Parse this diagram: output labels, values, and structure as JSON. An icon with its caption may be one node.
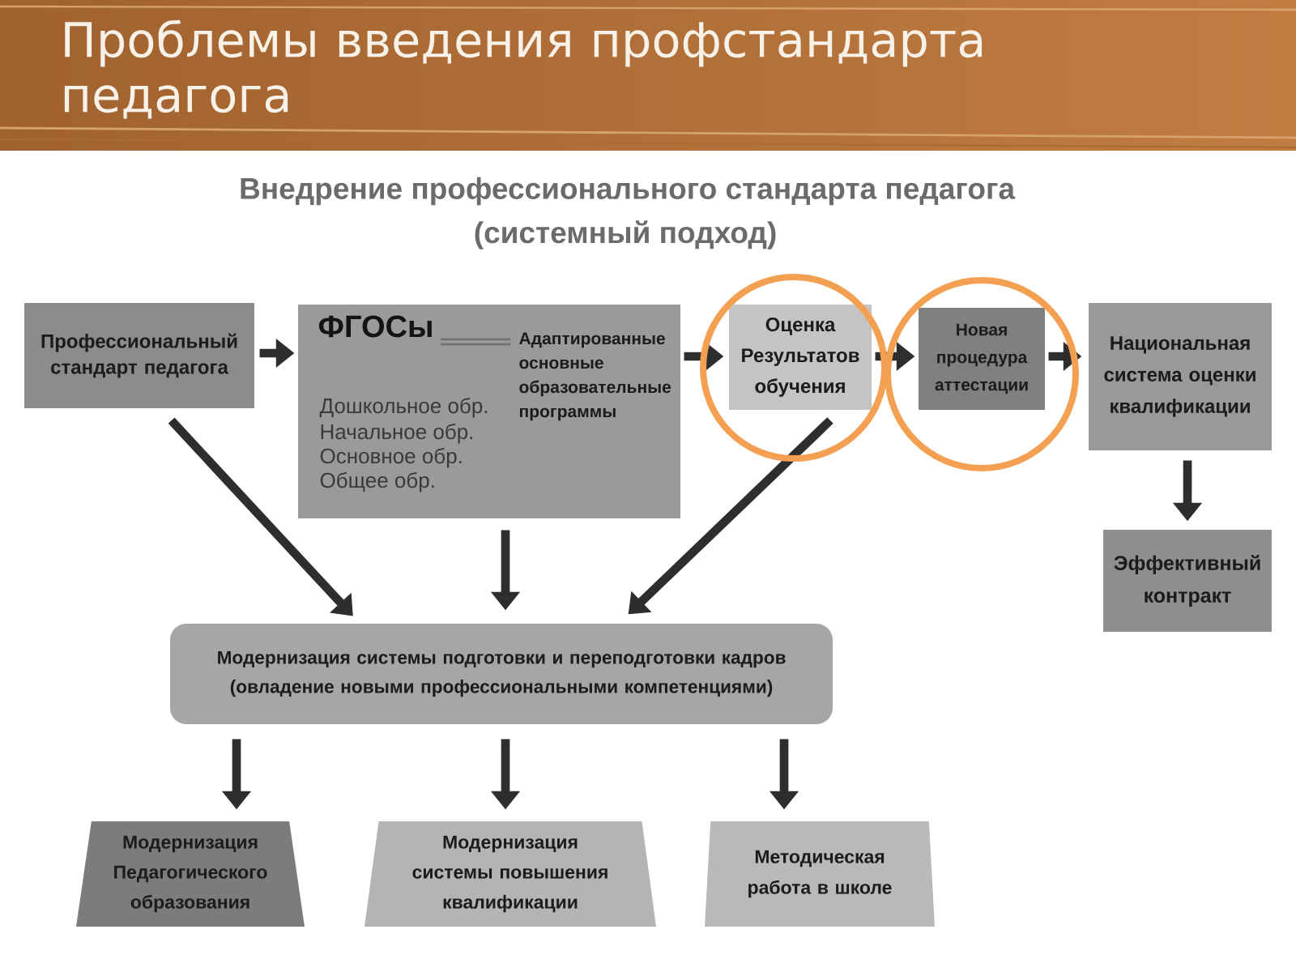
{
  "diagram": {
    "title": "Проблемы введения профстандарта педагога",
    "nodes": [
      {
        "text": [
          "Профессиональный стандарт педагога"
        ]
      },
      {
        "text": [
          "ФГОСы",
          "Дошкольное обр.",
          "Начальное обр.",
          "Основное обр.",
          "Общее обр.",
          "Адаптированные основные образовательные программы"
        ]
      },
      {
        "text": [
          "Оценка Результатов обучения"
        ]
      },
      {
        "text": [
          "Новая процедура аттестации"
        ]
      },
      {
        "text": [
          "Национальная система оценки квалификации"
        ]
      },
      {
        "text": [
          "Эффективный контракт"
        ]
      },
      {
        "text": [
          "Модернизация системы подготовки и переподготовки кадров (овладение новыми профессиональными компетенциями)"
        ]
      },
      {
        "text": [
          "Модернизация Педагогического образования"
        ]
      },
      {
        "text": [
          "Модернизация системы повышения квалификации"
        ]
      },
      {
        "text": [
          "Методическая работа в школе"
        ]
      }
    ],
    "edges": [
      {
        "from": 0,
        "to": 1,
        "arrow": "to"
      },
      {
        "from": 1,
        "to": 2,
        "arrow": "to"
      },
      {
        "from": 2,
        "to": 3,
        "arrow": "to"
      },
      {
        "from": 3,
        "to": 4,
        "arrow": "to"
      },
      {
        "from": 4,
        "to": 5,
        "arrow": "to"
      },
      {
        "from": 0,
        "to": 6,
        "arrow": "to"
      },
      {
        "from": 1,
        "to": 6,
        "arrow": "to"
      },
      {
        "from": 2,
        "to": 6,
        "arrow": "to"
      },
      {
        "from": 6,
        "to": 7,
        "arrow": "to"
      },
      {
        "from": 6,
        "to": 8,
        "arrow": "to"
      },
      {
        "from": 6,
        "to": 9,
        "arrow": "to"
      }
    ],
    "labels": [
      "Внедрение профессионального стандарта педагога",
      "(системный подход)"
    ]
  }
}
